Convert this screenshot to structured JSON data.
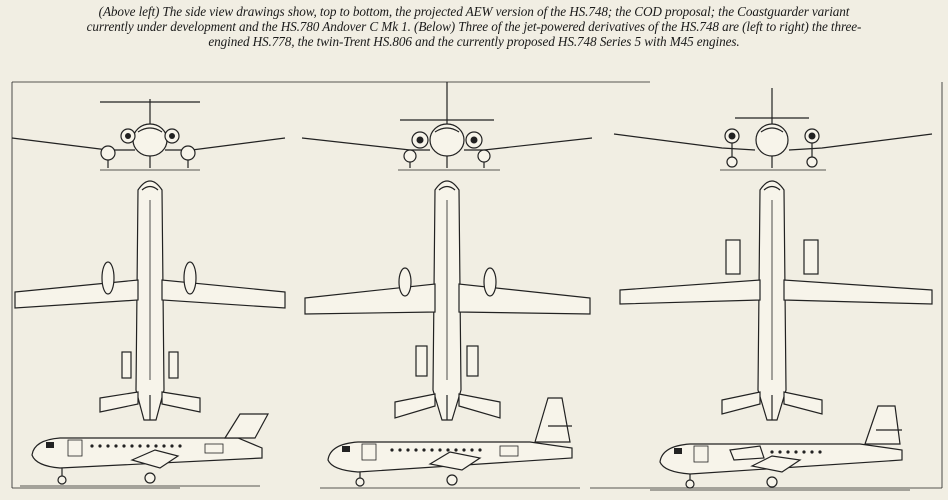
{
  "caption": {
    "line1": "(Above left) The side view drawings show, top to bottom, the projected AEW version of the HS.748; the COD proposal; the Coastguarder variant",
    "line2": "currently under development and the HS.780 Andover C Mk 1. (Below) Three of the jet-powered derivatives of the HS.748 are (left to right) the three-",
    "line3": "engined HS.778, the twin-Trent HS.806 and the currently proposed HS.748 Series 5 with M45 engines."
  },
  "figure": {
    "aircraft": [
      {
        "engines": 3
      },
      {
        "engines": 2
      },
      {
        "engines": 2
      }
    ]
  },
  "colors": {
    "paper": "#f1eee3",
    "ink": "#222222"
  }
}
